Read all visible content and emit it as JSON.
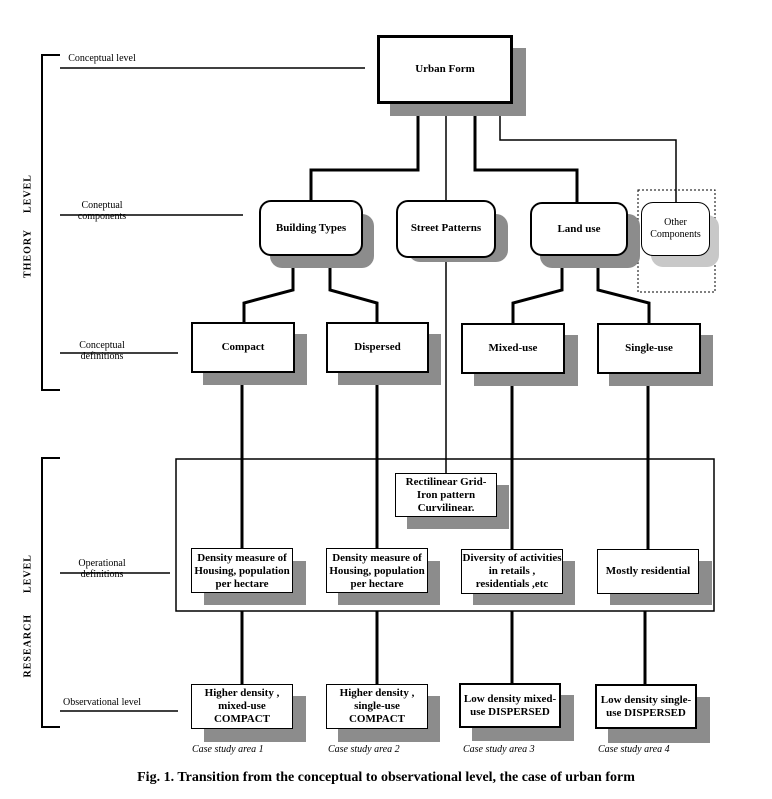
{
  "side_labels": {
    "conceptual_level": "Conceptual level",
    "coneptual_components": "Coneptual components",
    "conceptual_definitions": "Conceptual definitions",
    "operational_definitions": "Operational definitions",
    "observational_level": "Observational level"
  },
  "vertical_labels": {
    "theory": "THEORY",
    "theory_level": "LEVEL",
    "research": "RESEARCH",
    "research_level": "LEVEL"
  },
  "nodes": {
    "urban_form": "Urban Form",
    "building_types": "Building Types",
    "street_patterns": "Street Patterns",
    "land_use": "Land use",
    "other_components": "Other Components",
    "compact": "Compact",
    "dispersed": "Dispersed",
    "mixed_use": "Mixed-use",
    "single_use": "Single-use",
    "street_ops": "Rectilinear Grid-Iron pattern Curvilinear.",
    "density_1": "Density measure of Housing, population per hectare",
    "density_2": "Density measure of Housing, population per hectare",
    "diversity": "Diversity of activities in retails , residentials ,etc",
    "mostly_residential": "Mostly residential",
    "obs_1": "Higher density , mixed-use COMPACT",
    "obs_2": "Higher density , single-use COMPACT",
    "obs_3": "Low density mixed-use DISPERSED",
    "obs_4": "Low density single-use DISPERSED"
  },
  "case_labels": [
    "Case study area 1",
    "Case study area 2",
    "Case study area 3",
    "Case study area 4"
  ],
  "caption": "Fig. 1. Transition from the conceptual to observational level, the case of urban form"
}
